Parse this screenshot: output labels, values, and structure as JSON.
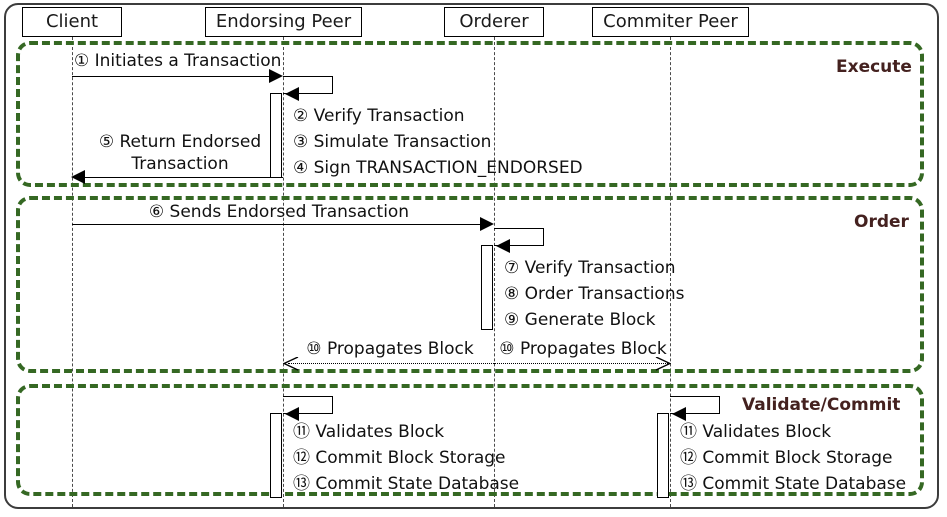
{
  "diagram": {
    "title": "Hyperledger Fabric Transaction Flow Sequence Diagram",
    "colors": {
      "group_border": "#356823",
      "group_label": "#44211f",
      "frame": "#3c3c3c",
      "line": "#000000"
    }
  },
  "participants": [
    {
      "id": "client",
      "label": "Client"
    },
    {
      "id": "endorsing_peer",
      "label": "Endorsing Peer"
    },
    {
      "id": "orderer",
      "label": "Orderer"
    },
    {
      "id": "commiter_peer",
      "label": "Commiter Peer"
    }
  ],
  "groups": [
    {
      "id": "execute",
      "label": "Execute"
    },
    {
      "id": "order",
      "label": "Order"
    },
    {
      "id": "validate_commit",
      "label": "Validate/Commit"
    }
  ],
  "messages": {
    "m1": {
      "num": "①",
      "text": "① Initiates a Transaction",
      "from": "client",
      "to": "endorsing_peer",
      "kind": "solid"
    },
    "m2": {
      "num": "②",
      "text": "② Verify Transaction",
      "on": "endorsing_peer",
      "kind": "self"
    },
    "m3": {
      "num": "③",
      "text": "③ Simulate Transaction",
      "on": "endorsing_peer",
      "kind": "self"
    },
    "m4": {
      "num": "④",
      "text": "④ Sign TRANSACTION_ENDORSED",
      "on": "endorsing_peer",
      "kind": "self"
    },
    "m5a": {
      "num": "⑤",
      "text": "⑤ Return Endorsed",
      "from": "endorsing_peer",
      "to": "client",
      "kind": "solid"
    },
    "m5b": {
      "text": "Transaction"
    },
    "m6": {
      "num": "⑥",
      "text": "⑥ Sends Endorsed Transaction",
      "from": "client",
      "to": "orderer",
      "kind": "solid"
    },
    "m7": {
      "num": "⑦",
      "text": "⑦ Verify Transaction",
      "on": "orderer",
      "kind": "self"
    },
    "m8": {
      "num": "⑧",
      "text": "⑧ Order Transactions",
      "on": "orderer",
      "kind": "self"
    },
    "m9": {
      "num": "⑨",
      "text": "⑨ Generate Block",
      "on": "orderer",
      "kind": "self"
    },
    "m10a": {
      "num": "⑩",
      "text": "⑩ Propagates Block",
      "from": "orderer",
      "to": "endorsing_peer",
      "kind": "dashed"
    },
    "m10b": {
      "num": "⑩",
      "text": "⑩ Propagates Block",
      "from": "orderer",
      "to": "commiter_peer",
      "kind": "dashed"
    },
    "m11e": {
      "num": "⑪",
      "text": "⑪ Validates Block",
      "on": "endorsing_peer",
      "kind": "self"
    },
    "m12e": {
      "num": "⑫",
      "text": "⑫ Commit Block Storage",
      "on": "endorsing_peer",
      "kind": "self"
    },
    "m13e": {
      "num": "⑬",
      "text": "⑬ Commit State Database",
      "on": "endorsing_peer",
      "kind": "self"
    },
    "m11c": {
      "num": "⑪",
      "text": "⑪ Validates Block",
      "on": "commiter_peer",
      "kind": "self"
    },
    "m12c": {
      "num": "⑫",
      "text": "⑫ Commit Block Storage",
      "on": "commiter_peer",
      "kind": "self"
    },
    "m13c": {
      "num": "⑬",
      "text": "⑬ Commit State Database",
      "on": "commiter_peer",
      "kind": "self"
    }
  }
}
